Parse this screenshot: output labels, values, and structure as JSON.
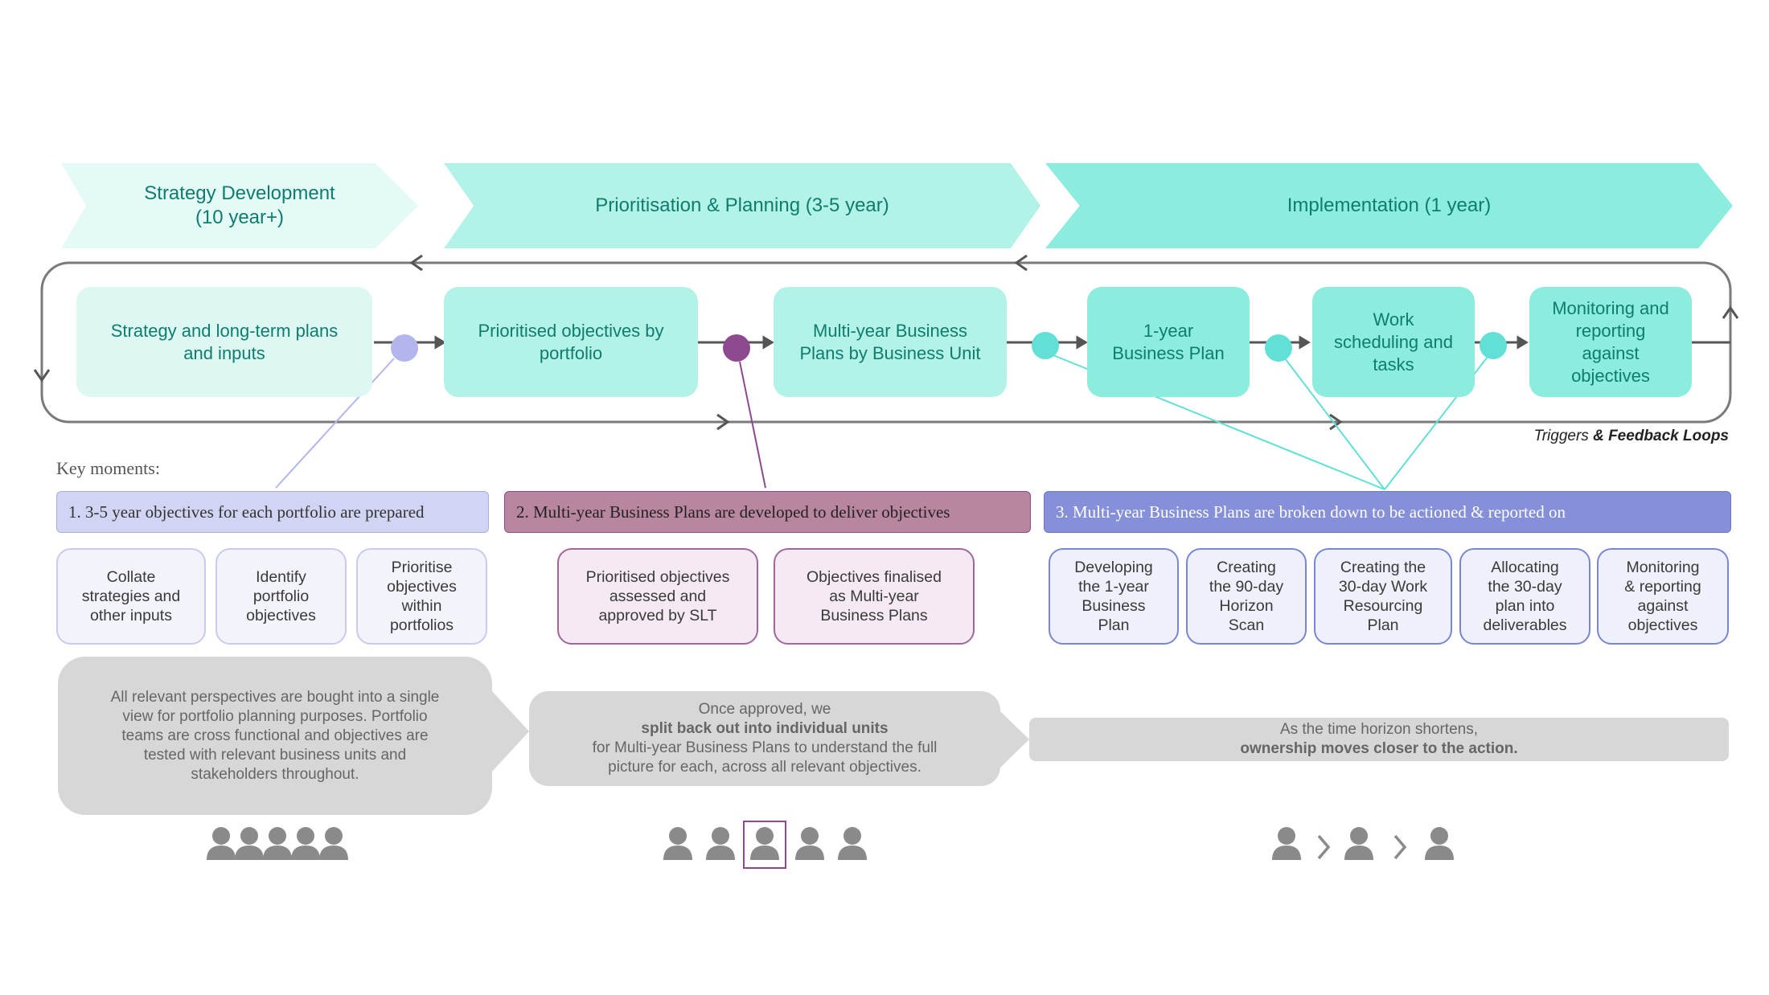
{
  "phases": [
    {
      "lines": [
        "Strategy Development",
        "(10 year+)"
      ]
    },
    {
      "lines": [
        "Prioritisation & Planning (3-5 year)"
      ]
    },
    {
      "lines": [
        "Implementation (1 year)"
      ]
    }
  ],
  "process_boxes": [
    {
      "lines": [
        "Strategy and long-term plans",
        "and inputs"
      ]
    },
    {
      "lines": [
        "Prioritised objectives by",
        "portfolio"
      ]
    },
    {
      "lines": [
        "Multi-year Business",
        "Plans by Business Unit"
      ]
    },
    {
      "lines": [
        "1-year",
        "Business Plan"
      ]
    },
    {
      "lines": [
        "Work",
        "scheduling and",
        "tasks"
      ]
    },
    {
      "lines": [
        "Monitoring and",
        "reporting",
        "against",
        "objectives"
      ]
    }
  ],
  "triggers_label": {
    "part1": "Triggers",
    "part2": " & Feedback Loops"
  },
  "key_moments_label": "Key moments:",
  "key_moments": [
    {
      "label": "1. 3-5 year objectives for each portfolio are prepared"
    },
    {
      "label": "2. Multi-year Business Plans are developed to deliver objectives"
    },
    {
      "label": "3. Multi-year Business Plans are broken down to be actioned & reported on"
    }
  ],
  "steps_group1": [
    {
      "lines": [
        "Collate",
        "strategies and",
        "other inputs"
      ]
    },
    {
      "lines": [
        "Identify",
        "portfolio",
        "objectives"
      ]
    },
    {
      "lines": [
        "Prioritise",
        "objectives",
        "within",
        "portfolios"
      ]
    }
  ],
  "steps_group2": [
    {
      "lines": [
        "Prioritised objectives",
        "assessed and",
        "approved by SLT"
      ]
    },
    {
      "lines": [
        "Objectives finalised",
        "as Multi-year",
        "Business Plans"
      ]
    }
  ],
  "steps_group3": [
    {
      "lines": [
        "Developing",
        "the 1-year",
        "Business",
        "Plan"
      ]
    },
    {
      "lines": [
        "Creating",
        "the 90-day",
        "Horizon",
        "Scan"
      ]
    },
    {
      "lines": [
        "Creating the",
        "30-day Work",
        "Resourcing",
        "Plan"
      ]
    },
    {
      "lines": [
        "Allocating",
        "the 30-day",
        "plan into",
        "deliverables"
      ]
    },
    {
      "lines": [
        "Monitoring",
        "& reporting",
        "against",
        "objectives"
      ]
    }
  ],
  "notes": [
    {
      "lines": [
        "All relevant perspectives are bought into a single",
        "view for portfolio planning purposes. Portfolio",
        "teams are cross functional and objectives are",
        "tested with relevant business units and",
        "stakeholders throughout."
      ]
    },
    {
      "line1_plain": "Once approved, we ",
      "line1_bold": "split back out into individual units",
      "line2": "for Multi-year Business Plans to understand the full",
      "line3": "picture for each, across all relevant objectives."
    },
    {
      "plain": "As the time horizon shortens, ",
      "bold": "ownership moves closer to the action."
    }
  ],
  "colors": {
    "phase1": "#e4faf6",
    "phase2": "#b3f3e7",
    "phase3": "#8cecdd",
    "box_light": "#ddf8f3",
    "box_mid": "#b3f3e7",
    "box_dark": "#8cecdd",
    "teal_text": "#0e7d6e",
    "dot_lavender": "#b3b6ec",
    "dot_purple": "#8e4a8e",
    "dot_teal": "#63e0d6",
    "km1": "#d2d4f4",
    "km2": "#b8869f",
    "km3": "#8590d8",
    "note_gray": "#d7d7d7",
    "person_gray": "#8a8a8a"
  },
  "icons": [
    "person-icon",
    "arrow-right-icon"
  ]
}
